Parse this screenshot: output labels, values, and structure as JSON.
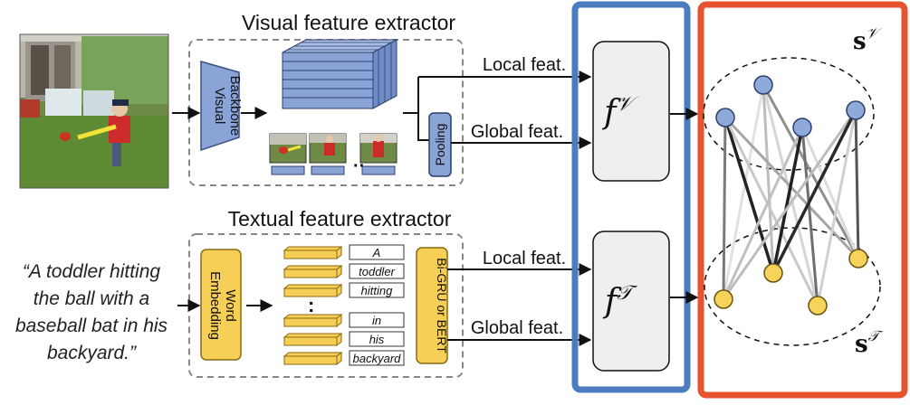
{
  "visual_extractor": {
    "title": "Visual feature extractor",
    "backbone_label": [
      "Visual",
      "Backbone"
    ],
    "pooling_label": "Pooling",
    "local_label": "Local feat.",
    "global_label": "Global feat."
  },
  "textual_extractor": {
    "title": "Textual feature extractor",
    "embedding_label": [
      "Word",
      "Embedding"
    ],
    "encoder_label": "Bi-GRU or BERT",
    "local_label": "Local feat.",
    "global_label": "Global feat.",
    "words": [
      "A",
      "toddler",
      "hitting",
      "in",
      "his",
      "backyard"
    ]
  },
  "caption": {
    "lines": [
      "“A toddler hitting",
      "the ball with a",
      "baseball bat in his",
      "backyard.”"
    ]
  },
  "encoders": {
    "visual": "f",
    "visual_sup": "𝒱",
    "textual": "f",
    "textual_sup": "𝒯"
  },
  "graph": {
    "visual_set": "s",
    "visual_sup": "𝒱",
    "textual_set": "s",
    "textual_sup": "𝒯"
  },
  "colors": {
    "visual_blue": "#8aa4d8",
    "textual_yellow": "#f7cf57",
    "panel_blue": "#4b7cc0",
    "panel_red": "#e8532f",
    "node_blue": "#8eaadb",
    "node_yellow": "#f6d35b"
  }
}
